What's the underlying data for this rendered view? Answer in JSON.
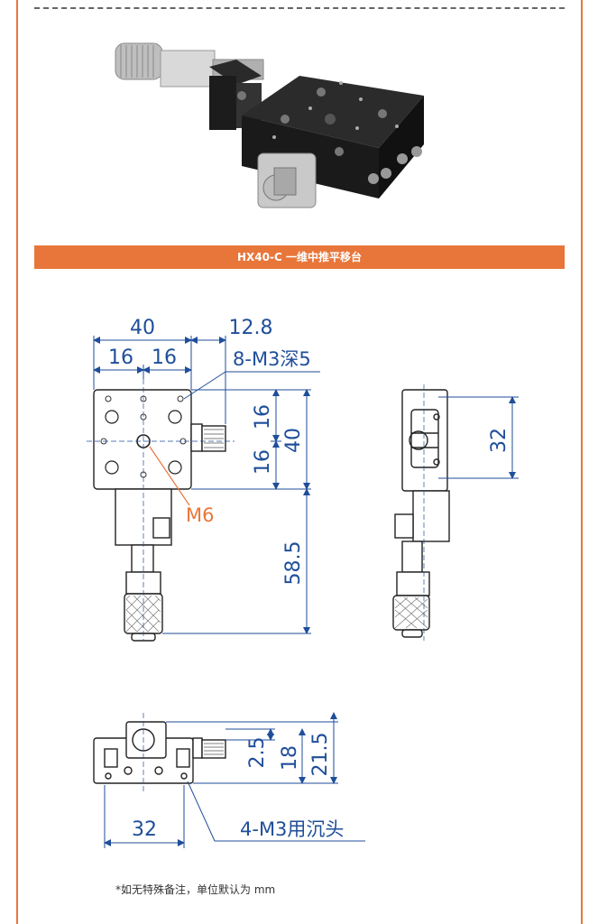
{
  "title_bar": "HX40-C  一维中推平移台",
  "footnote": "*如无特殊备注，单位默认为 mm",
  "colors": {
    "accent": "#e8763a",
    "dimension": "#1f4e9a",
    "outline": "#222222"
  },
  "dimensions": {
    "width_40": "40",
    "offset_12_8": "12.8",
    "half_16_left": "16",
    "half_16_right": "16",
    "thread_holes": "8-M3深5",
    "center_thread": "M6",
    "vert_16_top": "16",
    "vert_16_bottom": "16",
    "vert_40": "40",
    "micrometer_58_5": "58.5",
    "side_32": "32",
    "h_2_5": "2.5",
    "h_18": "18",
    "h_21_5": "21.5",
    "bottom_32": "32",
    "counterbore": "4-M3用沉头"
  }
}
